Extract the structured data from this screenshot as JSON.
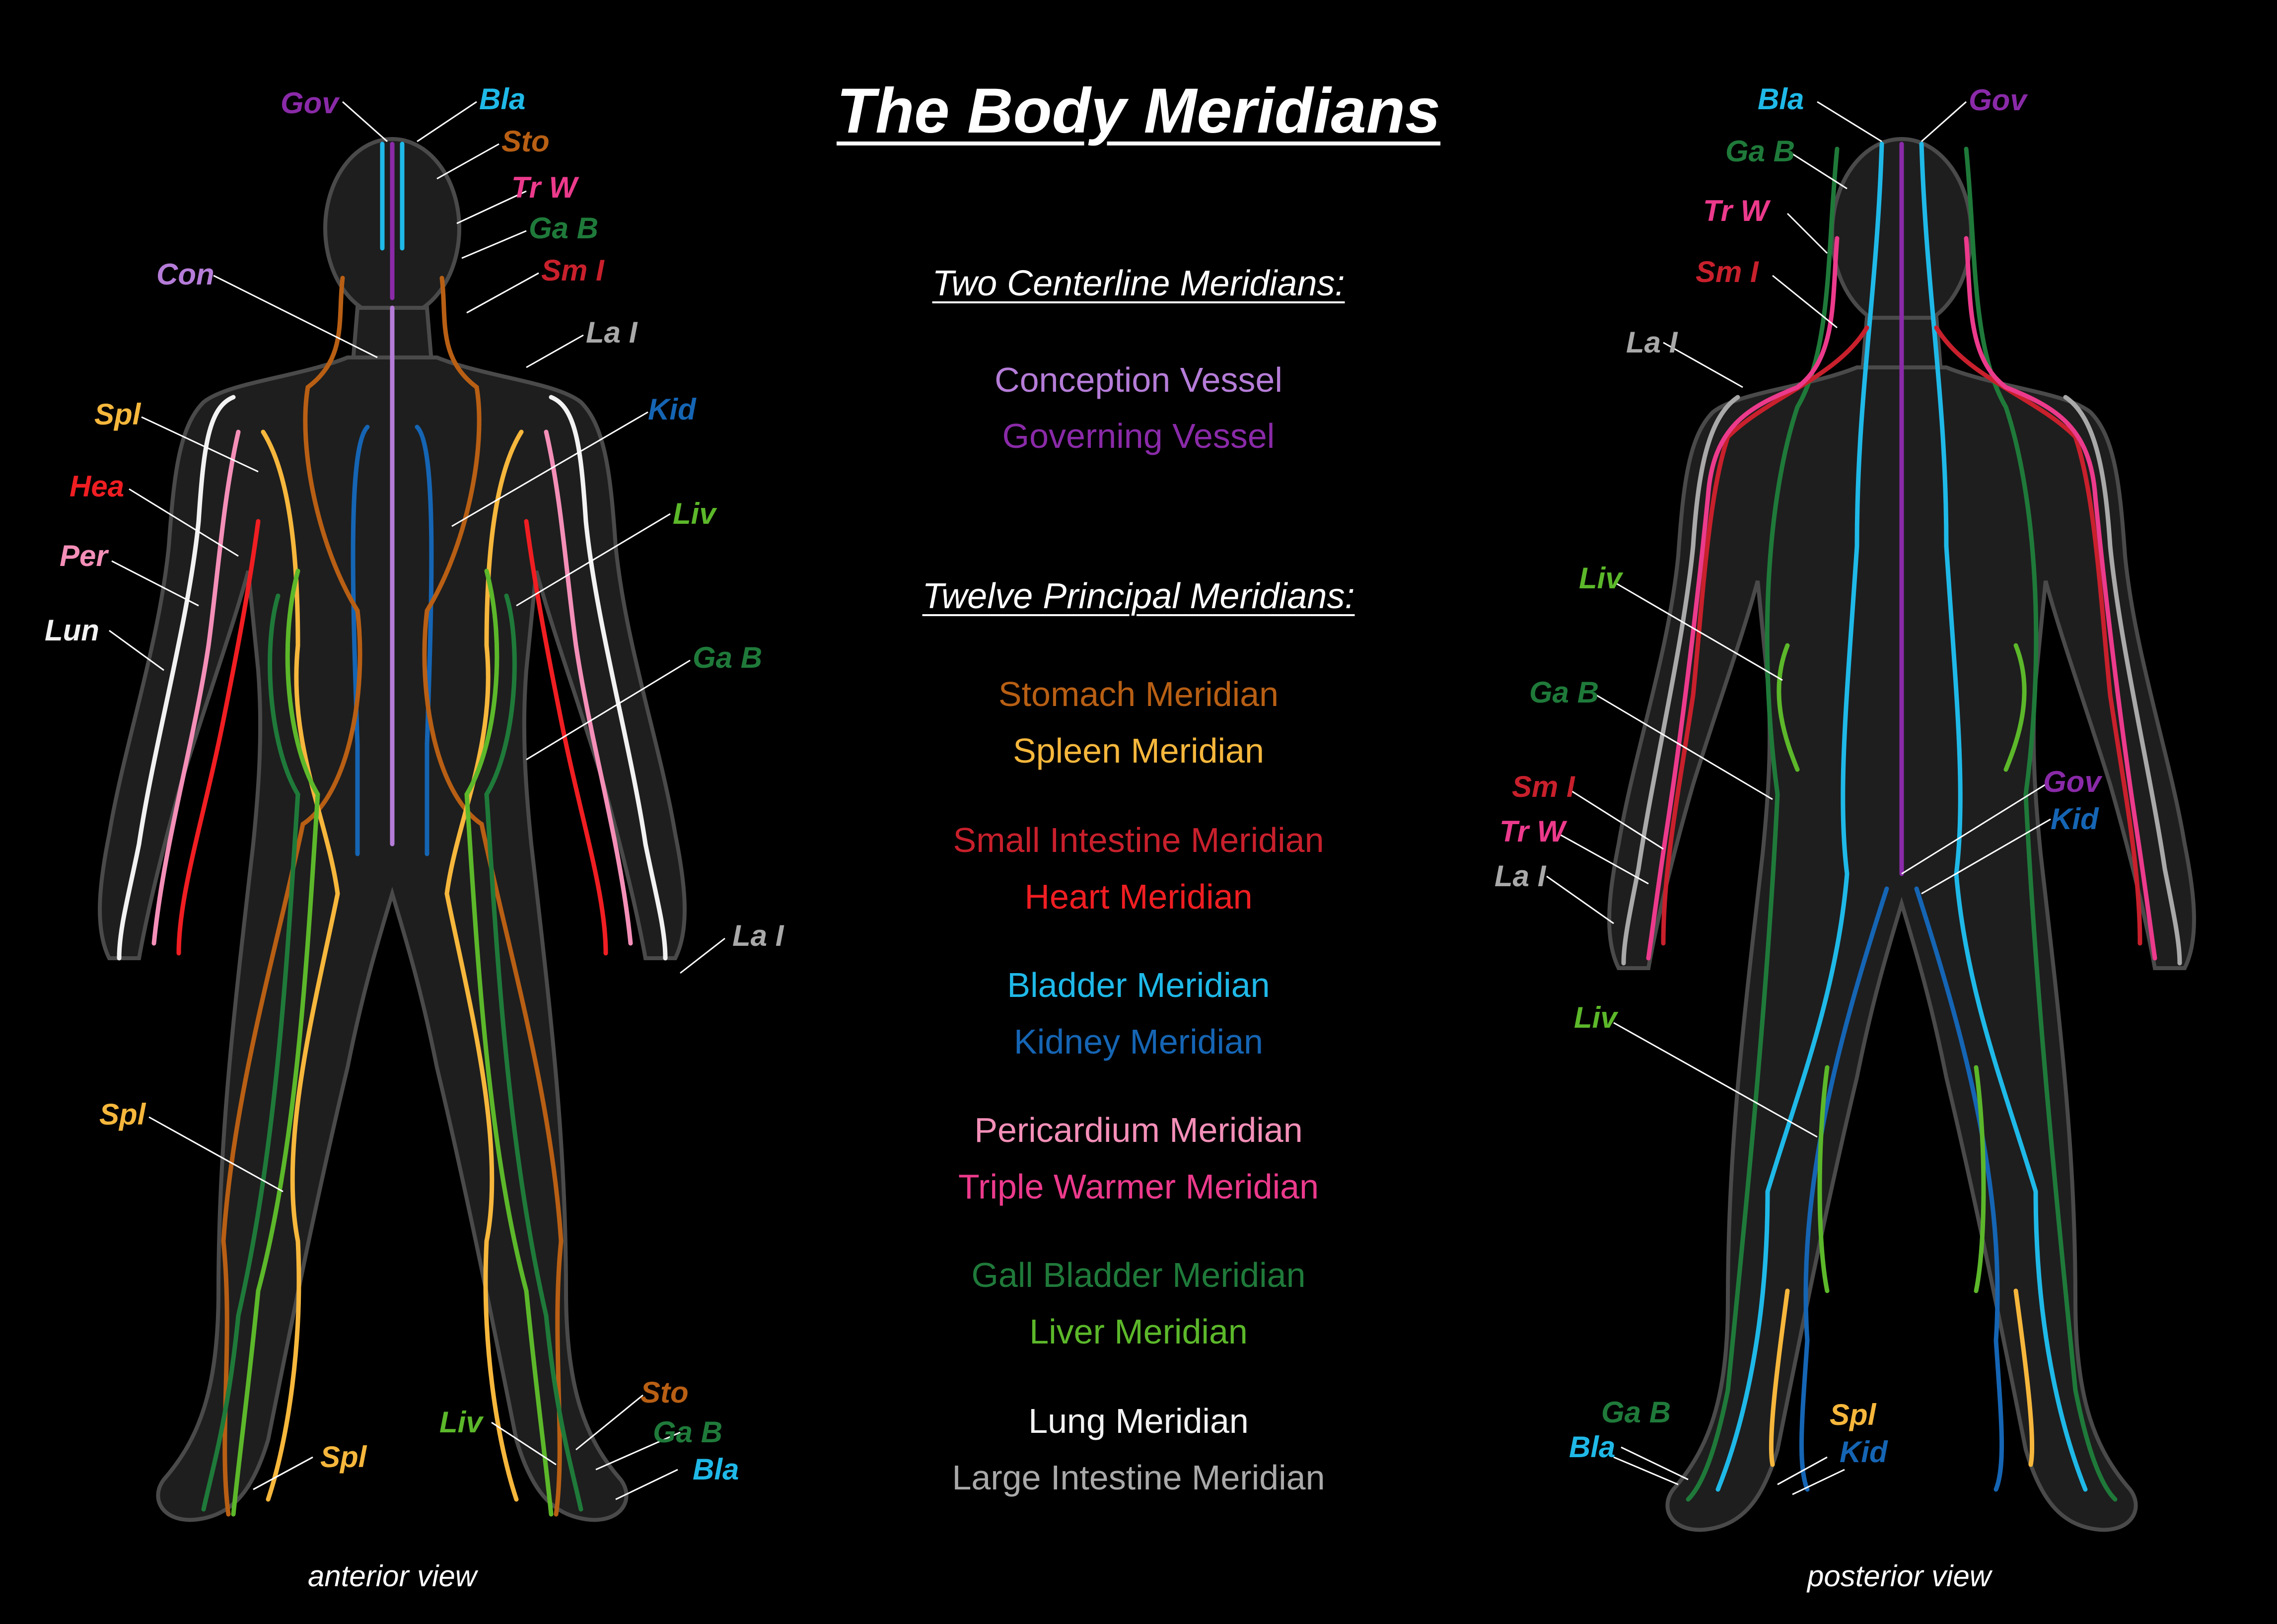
{
  "title": "The Body Meridians",
  "centerline_heading": "Two Centerline Meridians:",
  "centerline": [
    {
      "label": "Conception Vessel",
      "color": "#b57cd8"
    },
    {
      "label": "Governing Vessel",
      "color": "#8a2aa8"
    }
  ],
  "principal_heading": "Twelve Principal Meridians:",
  "principal": [
    {
      "label": "Stomach Meridian",
      "color": "#b85f14"
    },
    {
      "label": "Spleen Meridian",
      "color": "#f6b73c"
    },
    {
      "label": "Small Intestine Meridian",
      "color": "#c8202c"
    },
    {
      "label": "Heart Meridian",
      "color": "#f01e22"
    },
    {
      "label": "Bladder Meridian",
      "color": "#1fb9e8"
    },
    {
      "label": "Kidney Meridian",
      "color": "#1565b4"
    },
    {
      "label": "Pericardium Meridian",
      "color": "#f48fb8"
    },
    {
      "label": "Triple Warmer Meridian",
      "color": "#ec3a8c"
    },
    {
      "label": "Gall Bladder Meridian",
      "color": "#1f7a3a"
    },
    {
      "label": "Liver Meridian",
      "color": "#5cb82a"
    },
    {
      "label": "Lung Meridian",
      "color": "#f2f2f2"
    },
    {
      "label": "Large Intestine Meridian",
      "color": "#a9a9a9"
    }
  ],
  "anterior_caption": "anterior view",
  "posterior_caption": "posterior view",
  "abbr": {
    "gov": "Gov",
    "bla": "Bla",
    "sto": "Sto",
    "trw": "Tr W",
    "gab": "Ga B",
    "smi": "Sm I",
    "con": "Con",
    "lai": "La I",
    "spl": "Spl",
    "kid": "Kid",
    "hea": "Hea",
    "liv": "Liv",
    "per": "Per",
    "lun": "Lun"
  }
}
